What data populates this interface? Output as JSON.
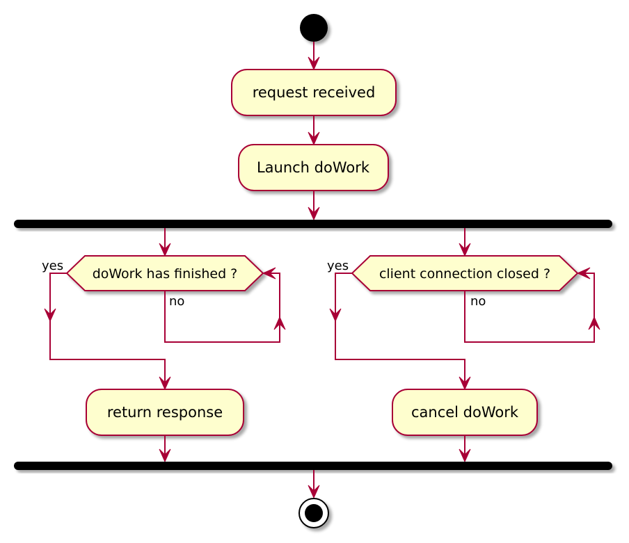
{
  "diagram": {
    "type": "activity",
    "colors": {
      "activity_fill": "#FEFECE",
      "line": "#A80036",
      "bar": "#000000",
      "text": "#000000"
    },
    "start_node": "start",
    "activities": {
      "request_received": "request received",
      "launch_dowork": "Launch doWork",
      "return_response": "return response",
      "cancel_dowork": "cancel doWork"
    },
    "decisions": {
      "dowork_finished": {
        "question": "doWork has finished ?",
        "yes_label": "yes",
        "no_label": "no"
      },
      "connection_closed": {
        "question": "client connection closed ?",
        "yes_label": "yes",
        "no_label": "no"
      }
    },
    "stop_node": "stop"
  }
}
